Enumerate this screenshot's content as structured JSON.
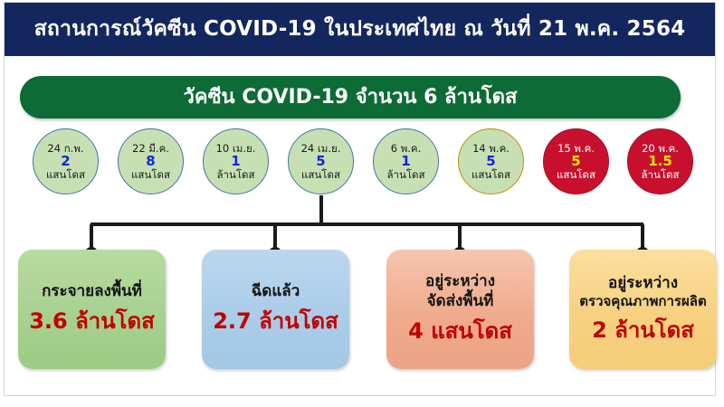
{
  "header": {
    "title": "สถานการณ์วัคซีน COVID-19 ในประเทศไทย ณ วันที่ 21 พ.ค. 2564"
  },
  "total_banner": {
    "label": "วัคซีน COVID-19  จำนวน 6 ล้านโดส"
  },
  "timeline": {
    "circles": [
      {
        "date": "24 ก.พ.",
        "amount": "2",
        "unit": "แสนโดส",
        "style": "green"
      },
      {
        "date": "22 มี.ค.",
        "amount": "8",
        "unit": "แสนโดส",
        "style": "green"
      },
      {
        "date": "10 เม.ย.",
        "amount": "1",
        "unit": "ล้านโดส",
        "style": "green"
      },
      {
        "date": "24 เม.ย.",
        "amount": "5",
        "unit": "แสนโดส",
        "style": "green"
      },
      {
        "date": "6 พ.ค.",
        "amount": "1",
        "unit": "ล้านโดส",
        "style": "green"
      },
      {
        "date": "14 พ.ค.",
        "amount": "5",
        "unit": "แสนโดส",
        "style": "green-gold"
      },
      {
        "date": "15 พ.ค.",
        "amount": "5",
        "unit": "แสนโดส",
        "style": "red"
      },
      {
        "date": "20 พ.ค.",
        "amount": "1.5",
        "unit": "ล้านโดส",
        "style": "red"
      }
    ]
  },
  "categories": [
    {
      "label_line1": "กระจายลงพื้นที่",
      "label_line2": "",
      "value": "3.6 ล้านโดส",
      "style": "box-green"
    },
    {
      "label_line1": "ฉีดแล้ว",
      "label_line2": "",
      "value": "2.7 ล้านโดส",
      "style": "box-blue"
    },
    {
      "label_line1": "อยู่ระหว่าง",
      "label_line2": "จัดส่งพื้นที่",
      "value": "4 แสนโดส",
      "style": "box-salmon"
    },
    {
      "label_line1": "อยู่ระหว่าง",
      "label_line2": "ตรวจคุณภาพการผลิต",
      "value": "2 ล้านโดส",
      "style": "box-gold"
    }
  ],
  "colors": {
    "header_navy": "#14265e",
    "banner_green": "#0d6b35",
    "circle_green_fill": "#c6e0b4",
    "circle_green_border": "#4472a8",
    "circle_gold_border": "#bf8f00",
    "circle_red_fill": "#c8102e",
    "circle_number_blue": "#1226d8",
    "circle_number_yellow": "#ffe600",
    "value_red": "#c00000",
    "connector_black": "#1a1a1a"
  }
}
